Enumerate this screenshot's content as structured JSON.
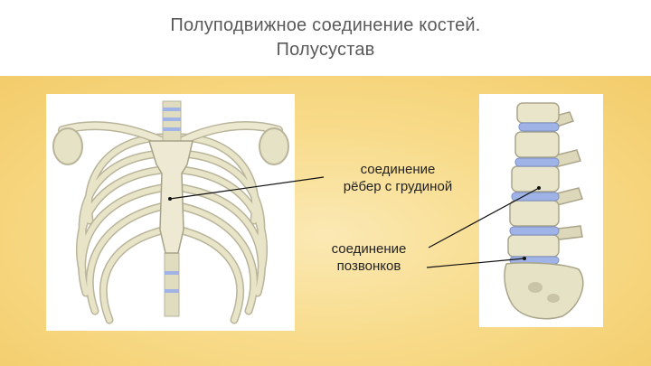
{
  "slide": {
    "title_line1": "Полуподвижное соединение костей.",
    "title_line2": "Полусустав"
  },
  "labels": {
    "rib_joint": [
      "соединение",
      "рёбер с грудиной"
    ],
    "vertebra_joint": [
      "соединение",
      "позвонков"
    ]
  },
  "colors": {
    "bone": "#e8e4c8",
    "bone_shadow": "#b9b49a",
    "cartilage": "#9fb3e6",
    "background_gold": "#f6d57c"
  }
}
